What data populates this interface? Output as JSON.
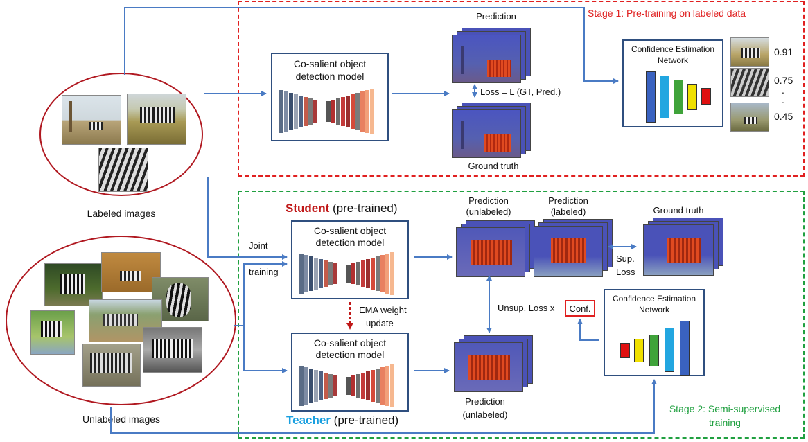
{
  "stage1": {
    "label": "Stage 1: Pre-training on labeled data",
    "color": "#e02020"
  },
  "stage2": {
    "label_line1": "Stage 2: Semi-supervised",
    "label_line2": "training",
    "color": "#20a040"
  },
  "labeled": {
    "caption": "Labeled images"
  },
  "unlabeled": {
    "caption": "Unlabeled images"
  },
  "model_top": {
    "line1": "Co-salient object",
    "line2": "detection model"
  },
  "model_student": {
    "line1": "Co-salient object",
    "line2": "detection model"
  },
  "model_teacher": {
    "line1": "Co-salient object",
    "line2": "detection model"
  },
  "top": {
    "prediction": "Prediction",
    "ground_truth": "Ground truth",
    "loss": "Loss = L (GT, Pred.)"
  },
  "cen_top": {
    "line1": "Confidence Estimation",
    "line2": "Network",
    "scores": [
      "0.91",
      "0.75",
      ".",
      ".",
      "0.45"
    ]
  },
  "cen_bottom": {
    "line1": "Confidence Estimation",
    "line2": "Network"
  },
  "student": {
    "bold": "Student",
    "rest": " (pre-trained)",
    "color": "#c01818"
  },
  "teacher": {
    "bold": "Teacher",
    "rest": " (pre-trained)",
    "color": "#1aa0e0"
  },
  "joint": {
    "line1": "Joint",
    "line2": "training"
  },
  "ema": {
    "line1": "EMA weight",
    "line2": "update"
  },
  "pred_unl_top": {
    "line1": "Prediction",
    "line2": "(unlabeled)"
  },
  "pred_lab": {
    "line1": "Prediction",
    "line2": "(labeled)"
  },
  "gt_bottom": "Ground truth",
  "sup_loss": {
    "line1": "Sup.",
    "line2": "Loss"
  },
  "unsup_loss": "Unsup. Loss  x",
  "conf": "Conf.",
  "pred_unl_bottom": {
    "line1": "Prediction",
    "line2": "(unlabeled)"
  },
  "colors": {
    "arrow": "#4a7bc4",
    "network_bars": [
      "#3a62c0",
      "#22a6e0",
      "#3fa33a",
      "#f0e000",
      "#e01010"
    ]
  }
}
